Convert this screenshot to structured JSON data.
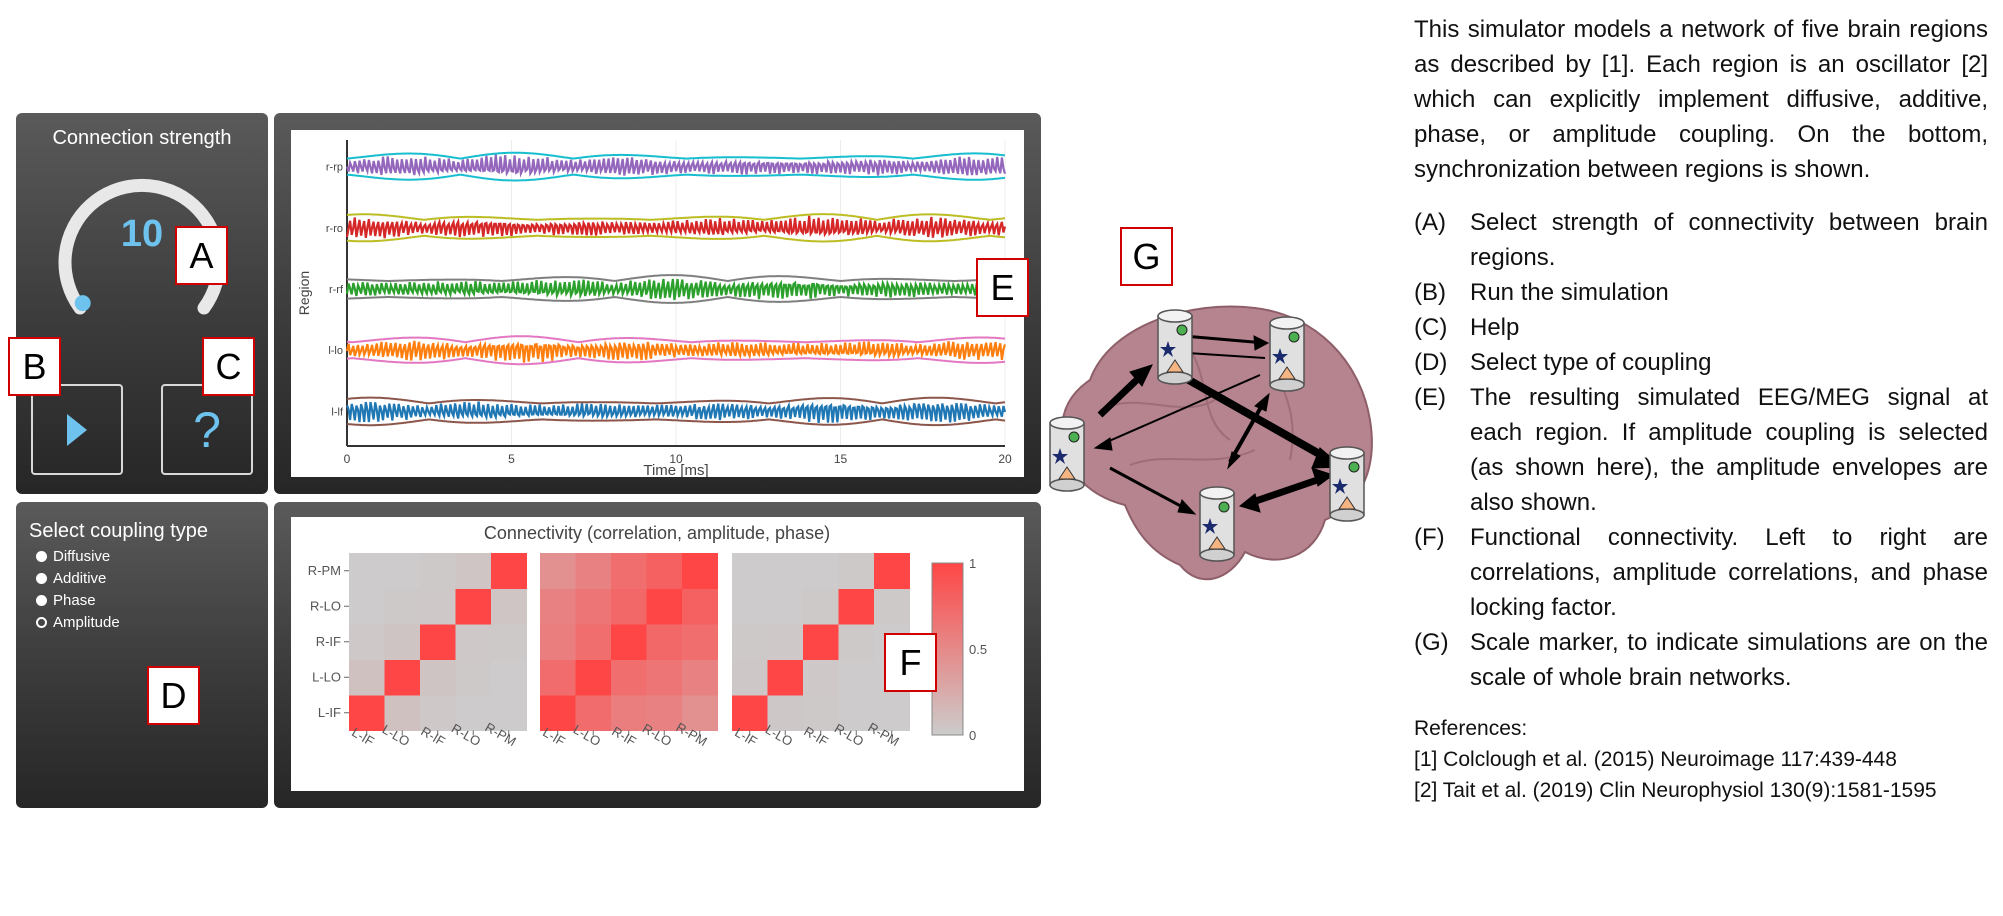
{
  "controls": {
    "connection_title": "Connection strength",
    "connection_value": "10",
    "dial_fraction": 0.02,
    "play_label": "",
    "help_label": "?"
  },
  "coupling": {
    "title": "Select coupling type",
    "options": [
      {
        "label": "Diffusive",
        "selected": false
      },
      {
        "label": "Additive",
        "selected": false
      },
      {
        "label": "Phase",
        "selected": false
      },
      {
        "label": "Amplitude",
        "selected": true
      }
    ]
  },
  "markers": {
    "a": "A",
    "b": "B",
    "c": "C",
    "d": "D",
    "e": "E",
    "f": "F",
    "g": "G"
  },
  "chart_data": [
    {
      "type": "line",
      "xlabel": "Time [ms]",
      "ylabel": "Region",
      "xlim": [
        0,
        20
      ],
      "xticks": [
        "0",
        "5",
        "10",
        "15",
        "20"
      ],
      "series": [
        {
          "name": "r-rp",
          "color": "#9467bd",
          "envelope": "#17becf"
        },
        {
          "name": "r-ro",
          "color": "#d62728",
          "envelope": "#bcbd22"
        },
        {
          "name": "r-rf",
          "color": "#2ca02c",
          "envelope": "#7f7f7f"
        },
        {
          "name": "l-lo",
          "color": "#ff7f0e",
          "envelope": "#e377c2"
        },
        {
          "name": "l-lf",
          "color": "#1f77b4",
          "envelope": "#8c564b"
        }
      ]
    },
    {
      "type": "heatmap",
      "title": "Connectivity (correlation, amplitude, phase)",
      "labels": [
        "L-IF",
        "L-LO",
        "R-IF",
        "R-LO",
        "R-PM"
      ],
      "colorbar_ticks": [
        "1",
        "0.5",
        "0"
      ],
      "zlim": [
        0,
        1
      ],
      "matrices": [
        [
          [
            1,
            0.08,
            0.03,
            0.01,
            0.01
          ],
          [
            0.08,
            1,
            0.06,
            0.02,
            0.01
          ],
          [
            0.03,
            0.06,
            1,
            0.03,
            0.02
          ],
          [
            0.01,
            0.02,
            0.03,
            1,
            0.05
          ],
          [
            0.01,
            0.01,
            0.02,
            0.05,
            1
          ]
        ],
        [
          [
            1,
            0.72,
            0.58,
            0.55,
            0.45
          ],
          [
            0.72,
            1,
            0.7,
            0.65,
            0.55
          ],
          [
            0.58,
            0.7,
            1,
            0.75,
            0.7
          ],
          [
            0.55,
            0.65,
            0.75,
            1,
            0.8
          ],
          [
            0.45,
            0.55,
            0.7,
            0.8,
            1
          ]
        ],
        [
          [
            1,
            0.04,
            0.02,
            0.01,
            0.01
          ],
          [
            0.04,
            1,
            0.03,
            0.01,
            0.01
          ],
          [
            0.02,
            0.03,
            1,
            0.02,
            0.01
          ],
          [
            0.01,
            0.01,
            0.02,
            1,
            0.02
          ],
          [
            0.01,
            0.01,
            0.01,
            0.02,
            1
          ]
        ]
      ]
    }
  ],
  "description": {
    "intro": "This simulator models a network of five brain regions as described by [1]. Each region is an oscillator [2] which can explicitly implement diffusive, additive, phase, or amplitude coupling. On the bottom, synchronization between regions is shown.",
    "items": [
      {
        "key": "(A)",
        "text": "Select strength of connectivity between brain regions."
      },
      {
        "key": "(B)",
        "text": "Run the simulation"
      },
      {
        "key": "(C)",
        "text": "Help"
      },
      {
        "key": "(D)",
        "text": "Select type of coupling"
      },
      {
        "key": "(E)",
        "text": "The resulting simulated EEG/MEG signal at each region. If amplitude coupling is selected (as shown here), the amplitude envelopes are also shown."
      },
      {
        "key": "(F)",
        "text": "Functional connectivity. Left to right are correlations, amplitude correlations, and phase locking factor."
      },
      {
        "key": "(G)",
        "text": "Scale marker, to indicate simulations are on the scale of whole brain networks."
      }
    ],
    "references_title": "References:",
    "references": [
      "[1] Colclough et al. (2015) Neuroimage 117:439-448",
      "[2] Tait et al. (2019) Clin Neurophysiol 130(9):1581-1595"
    ]
  }
}
